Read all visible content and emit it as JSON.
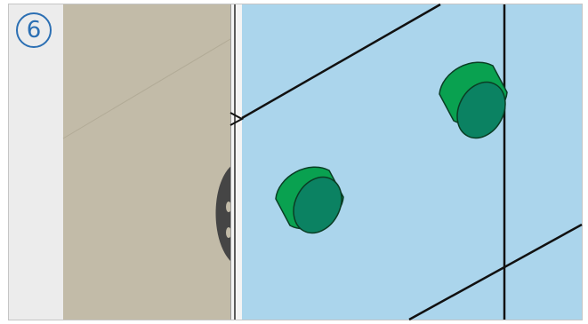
{
  "step": {
    "number": "6"
  },
  "colors": {
    "frame_border": "#c5c5c5",
    "left_strip": "#ececec",
    "wall_panel": "#c2bba8",
    "wall_crack": "#b2ab97",
    "tile_surface": "#abd5ec",
    "grout_line": "#111111",
    "mount_plate": "#454545",
    "bumper_rim": "#09a150",
    "bumper_face": "#0b8262",
    "badge": "#2b6fb3"
  },
  "icons": {
    "step_badge": "circled-number",
    "bumpers": "round-adhesive-bumper"
  }
}
